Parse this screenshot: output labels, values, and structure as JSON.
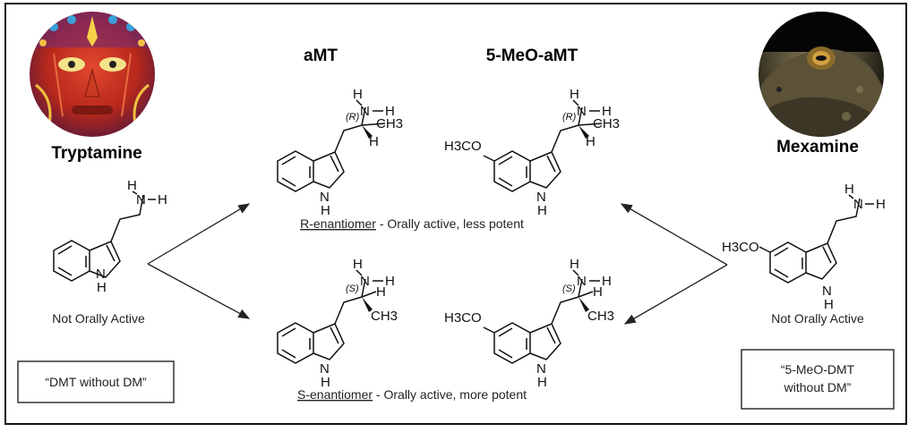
{
  "titles": {
    "left": "Tryptamine",
    "right": "Mexamine",
    "amt": "aMT",
    "meo_amt": "5-MeO-aMT"
  },
  "captions": {
    "left_activity": "Not Orally Active",
    "right_activity": "Not Orally Active",
    "r_label": "R-enantiomer",
    "r_desc": " - Orally active, less potent",
    "s_label": "S-enantiomer",
    "s_desc": " - Orally active, more potent"
  },
  "boxes": {
    "left": "“DMT without DM”",
    "right_line1": "“5-MeO-DMT",
    "right_line2": "without DM”"
  },
  "atoms": {
    "H": "H",
    "N": "N",
    "NH": "NH",
    "CH3": "CH3",
    "H3CO": "H3CO",
    "R": "(R)",
    "S": "(S)"
  },
  "images": {
    "left": "psychedelic-face-painting",
    "right": "toad-photo"
  },
  "colors": {
    "border": "#111111",
    "arrow": "#222222"
  }
}
